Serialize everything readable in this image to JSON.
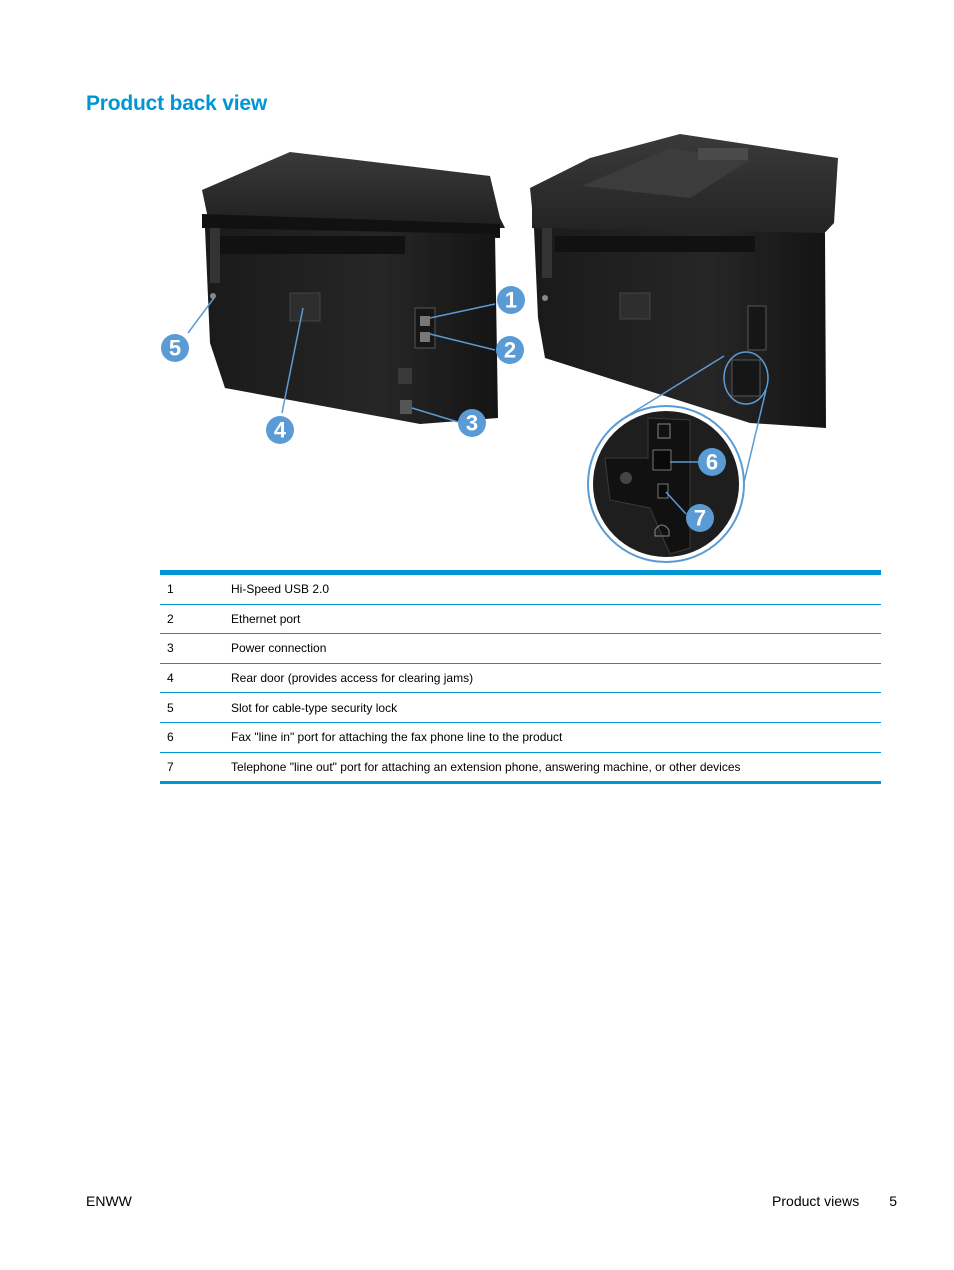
{
  "page": {
    "title": "Product back view",
    "footer_left": "ENWW",
    "footer_section": "Product views",
    "footer_page": "5"
  },
  "figure": {
    "callouts": [
      "1",
      "2",
      "3",
      "4",
      "5",
      "6",
      "7"
    ]
  },
  "legend": [
    {
      "num": "1",
      "desc": "Hi-Speed USB 2.0"
    },
    {
      "num": "2",
      "desc": "Ethernet port"
    },
    {
      "num": "3",
      "desc": "Power connection"
    },
    {
      "num": "4",
      "desc": "Rear door (provides access for clearing jams)"
    },
    {
      "num": "5",
      "desc": "Slot for cable-type security lock"
    },
    {
      "num": "6",
      "desc": "Fax \"line in\" port for attaching the fax phone line to the product"
    },
    {
      "num": "7",
      "desc": "Telephone \"line out\" port for attaching an extension phone, answering machine, or other devices"
    }
  ],
  "colors": {
    "accent": "#0096d6",
    "callout": "#5b9bd5",
    "printer": "#2a2a2a"
  }
}
